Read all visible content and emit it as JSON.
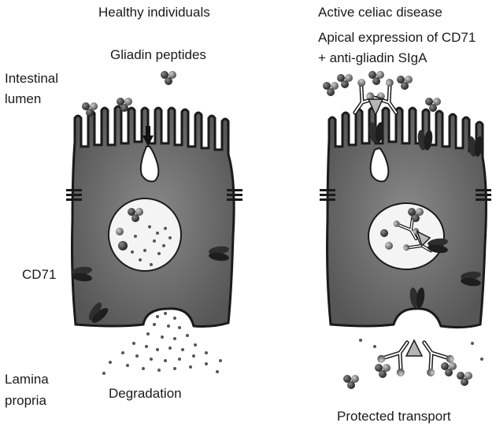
{
  "labels": {
    "healthy_title": "Healthy individuals",
    "celiac_title": "Active celiac disease",
    "gliadin_peptides": "Gliadin peptides",
    "apical_line1": "Apical expression of CD71",
    "apical_line2": "+ anti-gliadin SIgA",
    "lumen_line1": "Intestinal",
    "lumen_line2": "lumen",
    "cd71": "CD71",
    "lamina_line1": "Lamina",
    "lamina_line2": "propria",
    "degradation": "Degradation",
    "protected_transport": "Protected transport"
  },
  "colors": {
    "cell_fill": "#6d6d6d",
    "outline": "#1a1a1a",
    "nucleus_fill": "#f2f2f2",
    "receptor_fill": "#2e2e2e",
    "peptide_light": "#9a9a9a",
    "peptide_dark": "#3c3c3c"
  }
}
